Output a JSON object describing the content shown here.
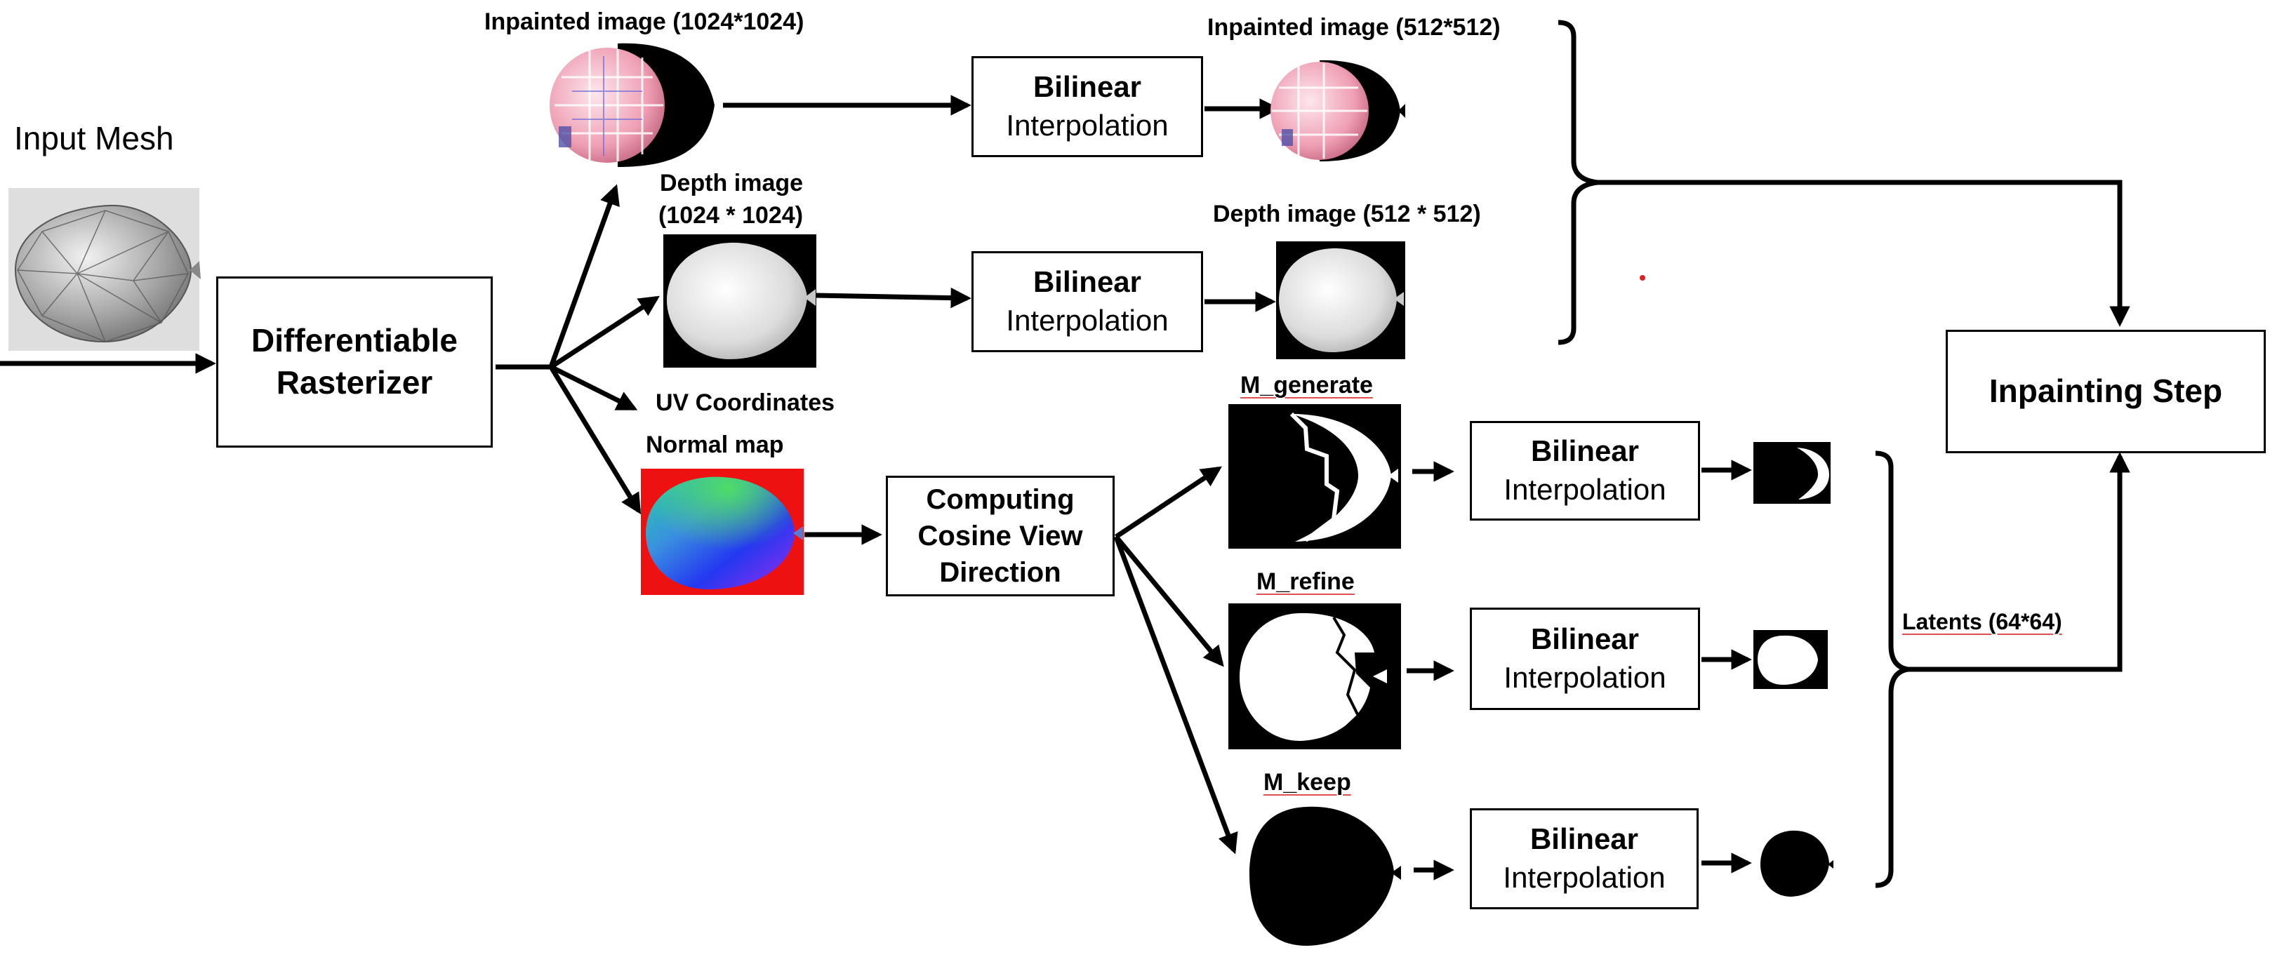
{
  "title": "Input Mesh",
  "nodes": {
    "rasterizer": [
      "Differentiable",
      "Rasterizer"
    ],
    "bilinear": [
      "Bilinear",
      "Interpolation"
    ],
    "cosine": [
      "Computing",
      "Cosine View",
      "Direction"
    ],
    "inpainting_step": "Inpainting Step"
  },
  "labels": {
    "inpainted_1024": "Inpainted image (1024*1024)",
    "inpainted_512": "Inpainted image (512*512)",
    "depth_1024_line1": "Depth image",
    "depth_1024_line2": "(1024 * 1024)",
    "depth_512": "Depth image (512 * 512)",
    "uv": "UV Coordinates",
    "normal": "Normal map",
    "m_generate": "M_generate",
    "m_refine": "M_refine",
    "m_keep": "M_keep",
    "latents": "Latents (64*64)"
  },
  "colors": {
    "stroke": "#000000",
    "normal_bg": "#ee1111",
    "inpainted": "#f2b6c4",
    "mask_underline": "#e05050"
  }
}
